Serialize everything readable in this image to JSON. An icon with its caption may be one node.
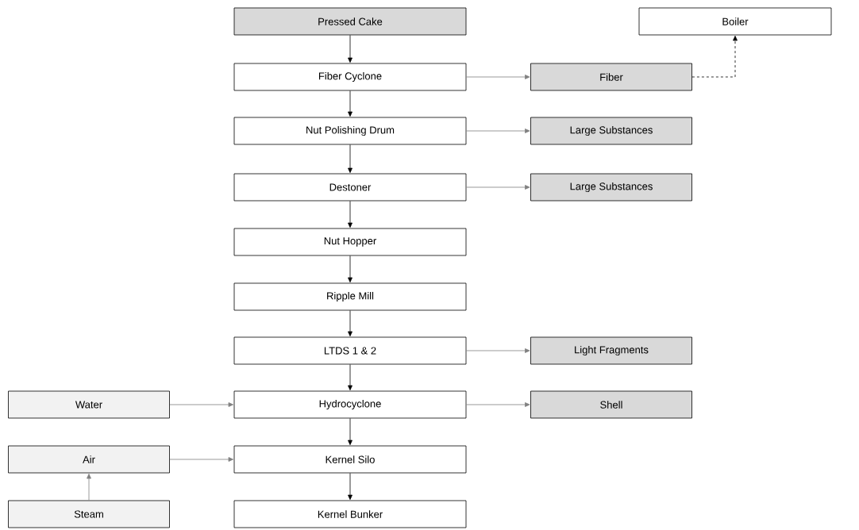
{
  "diagram": {
    "nodes": [
      {
        "text": [
          "Pressed Cake"
        ]
      },
      {
        "text": [
          "Boiler"
        ]
      },
      {
        "text": [
          "Fiber Cyclone"
        ]
      },
      {
        "text": [
          "Fiber"
        ]
      },
      {
        "text": [
          "Nut Polishing Drum"
        ]
      },
      {
        "text": [
          "Large Substances"
        ]
      },
      {
        "text": [
          "Destoner"
        ]
      },
      {
        "text": [
          "Large Substances"
        ]
      },
      {
        "text": [
          "Nut Hopper"
        ]
      },
      {
        "text": [
          "Ripple Mill"
        ]
      },
      {
        "text": [
          "LTDS 1 & 2"
        ]
      },
      {
        "text": [
          "Light Fragments"
        ]
      },
      {
        "text": [
          "Water"
        ]
      },
      {
        "text": [
          "Hydrocyclone"
        ]
      },
      {
        "text": [
          "Shell"
        ]
      },
      {
        "text": [
          "Air"
        ]
      },
      {
        "text": [
          "Kernel Silo"
        ]
      },
      {
        "text": [
          "Steam"
        ]
      },
      {
        "text": [
          "Kernel Bunker"
        ]
      }
    ],
    "edges": [
      {
        "from": 0,
        "to": 2,
        "arrow": "to"
      },
      {
        "from": 2,
        "to": 4,
        "arrow": "to"
      },
      {
        "from": 4,
        "to": 6,
        "arrow": "to"
      },
      {
        "from": 6,
        "to": 8,
        "arrow": "to"
      },
      {
        "from": 8,
        "to": 9,
        "arrow": "to"
      },
      {
        "from": 9,
        "to": 10,
        "arrow": "to"
      },
      {
        "from": 10,
        "to": 13,
        "arrow": "to"
      },
      {
        "from": 13,
        "to": 16,
        "arrow": "to"
      },
      {
        "from": 16,
        "to": 18,
        "arrow": "to"
      },
      {
        "from": 2,
        "to": 3,
        "arrow": "to",
        "color": "#808080"
      },
      {
        "from": 3,
        "to": 1,
        "arrow": "to",
        "style": "dashed"
      },
      {
        "from": 4,
        "to": 5,
        "arrow": "to",
        "color": "#808080"
      },
      {
        "from": 6,
        "to": 7,
        "arrow": "to",
        "color": "#808080"
      },
      {
        "from": 10,
        "to": 11,
        "arrow": "to",
        "color": "#808080"
      },
      {
        "from": 13,
        "to": 14,
        "arrow": "to",
        "color": "#808080"
      },
      {
        "from": 12,
        "to": 13,
        "arrow": "to",
        "color": "#808080"
      },
      {
        "from": 15,
        "to": 16,
        "arrow": "to",
        "color": "#808080"
      },
      {
        "from": 17,
        "to": 15,
        "arrow": "to",
        "color": "#808080"
      }
    ]
  }
}
